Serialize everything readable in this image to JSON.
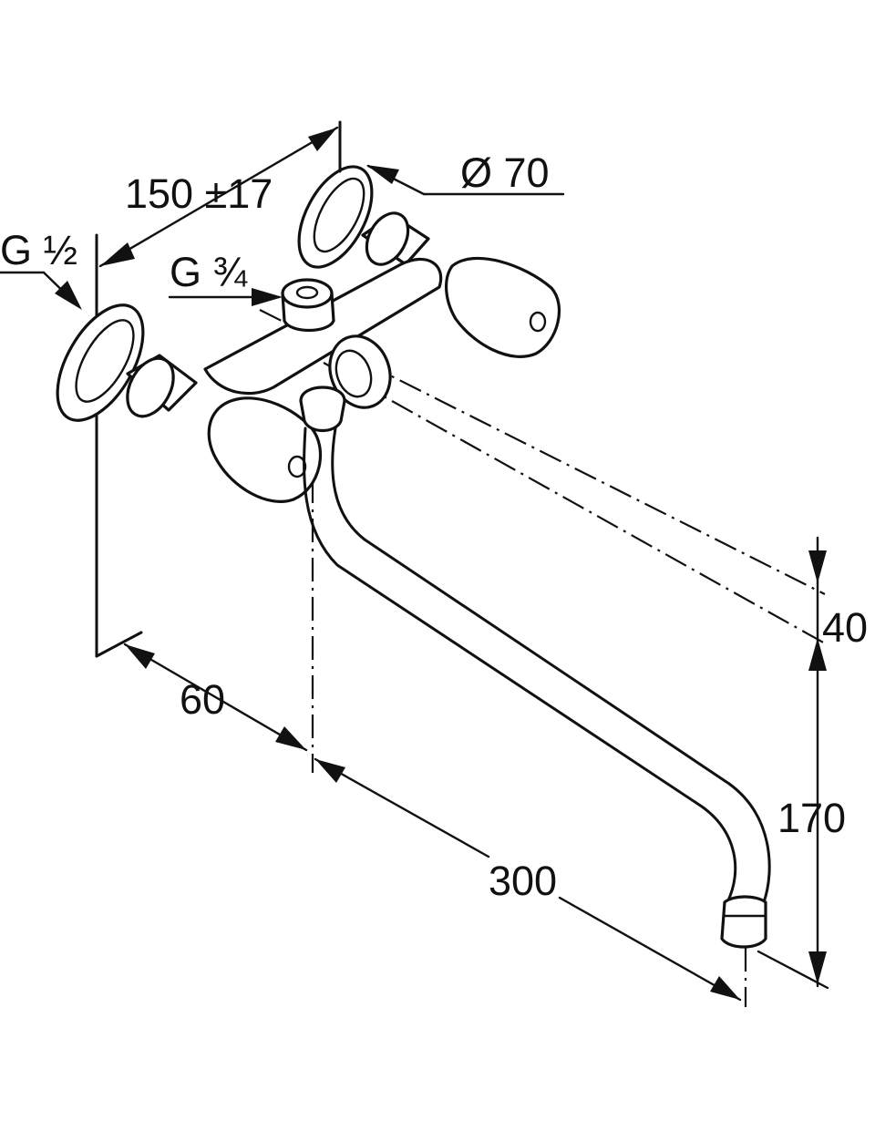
{
  "dimensions": {
    "depth_range": "150 ±17",
    "rosette_diameter": "Ø 70",
    "wall_connection_thread": "G ½",
    "outlet_thread": "G ¾",
    "outlet_spacing": "40",
    "spout_height": "170",
    "wall_offset": "60",
    "spout_reach": "300"
  },
  "colors": {
    "line": "#111111",
    "background": "#ffffff"
  }
}
